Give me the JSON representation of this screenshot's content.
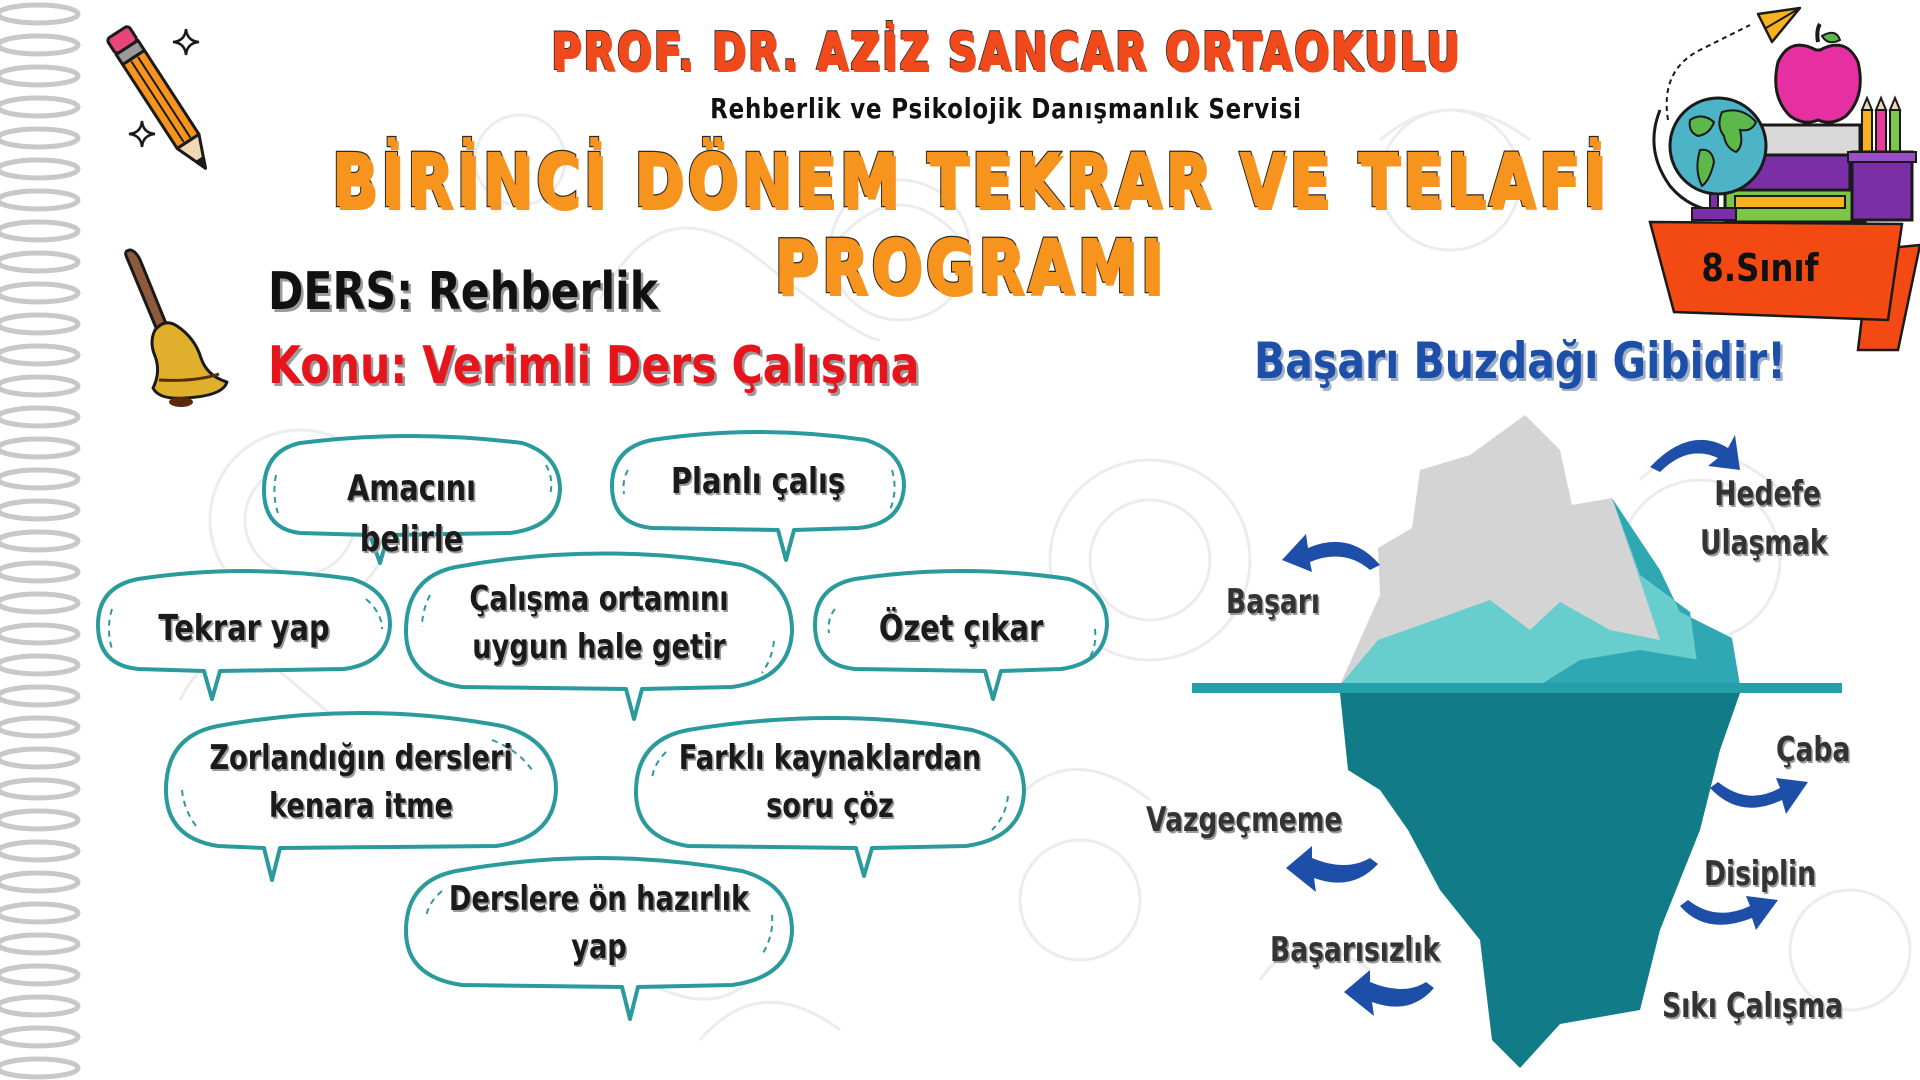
{
  "header": {
    "school_name": "PROF. DR. AZİZ SANCAR ORTAOKULU",
    "service": "Rehberlik ve Psikolojik Danışmanlık Servisi",
    "program_title": "BİRİNCİ DÖNEM TEKRAR VE TELAFİ PROGRAMI",
    "grade_badge": "8.Sınıf"
  },
  "lesson": {
    "ders": "DERS: Rehberlik",
    "konu": "Konu: Verimli Ders Çalışma"
  },
  "study_tips": [
    {
      "text": "Amacını belirle"
    },
    {
      "text": "Planlı çalış"
    },
    {
      "text": "Tekrar yap"
    },
    {
      "line1": "Çalışma ortamını",
      "line2": "uygun hale getir"
    },
    {
      "text": "Özet çıkar"
    },
    {
      "line1": "Zorlandığın dersleri",
      "line2": "kenara itme"
    },
    {
      "line1": "Farklı kaynaklardan",
      "line2": "soru çöz"
    },
    {
      "line1": "Derslere ön hazırlık",
      "line2": "yap"
    }
  ],
  "iceberg": {
    "title": "Başarı Buzdağı Gibidir!",
    "above_water": {
      "left": "Başarı",
      "right_line1": "Hedefe",
      "right_line2": "Ulaşmak"
    },
    "below_water": {
      "left": [
        "Vazgeçmeme",
        "Başarısızlık"
      ],
      "right": [
        "Çaba",
        "Disiplin",
        "Sıkı Çalışma"
      ]
    }
  },
  "colors": {
    "school_name": "#f04a1c",
    "program_title": "#f7941d",
    "konu": "#e8141c",
    "bubble_stroke": "#2a9a9c",
    "iceberg_title": "#1e4fa8",
    "arrow": "#1e4fa8",
    "ice_top": "#d4d4d4",
    "ice_light": "#67cdcd",
    "ice_mid": "#2fa8b4",
    "ice_under": "#127b88",
    "water": "#25a0ab",
    "banner": "#f24a12"
  },
  "icons": [
    "pencil-icon",
    "sparkle-icon",
    "bell-icon",
    "globe-icon",
    "apple-icon",
    "books-icon",
    "pencil-cup-icon",
    "paper-plane-icon",
    "curved-arrow-icon"
  ]
}
